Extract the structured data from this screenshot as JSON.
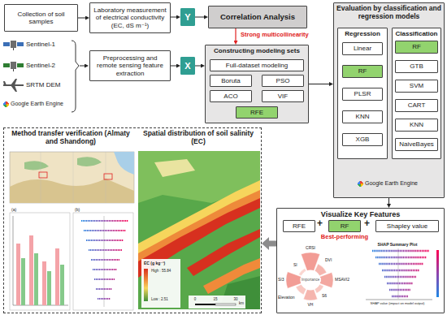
{
  "diagram": {
    "nodes": [
      {
        "text": [
          "Collection of soil samples"
        ]
      },
      {
        "text": [
          "Laboratory measurement of electrical conductivity (EC, dS m⁻¹)"
        ]
      },
      {
        "text": [
          "Y"
        ]
      },
      {
        "text": [
          "Correlation Analysis"
        ]
      },
      {
        "text": [
          "Preprocessing and remote sensing feature extraction"
        ]
      },
      {
        "text": [
          "X"
        ]
      },
      {
        "text": [
          "Constructing modeling sets"
        ]
      },
      {
        "text": [
          "Full-dataset modeling"
        ],
        "in": 6
      },
      {
        "text": [
          "Boruta"
        ],
        "in": 6
      },
      {
        "text": [
          "PSO"
        ],
        "in": 6
      },
      {
        "text": [
          "ACO"
        ],
        "in": 6
      },
      {
        "text": [
          "VIF"
        ],
        "in": 6
      },
      {
        "text": [
          "RFE"
        ],
        "in": 6
      },
      {
        "text": [
          "Evaluation by classification and regression models"
        ]
      },
      {
        "text": [
          "Regression"
        ],
        "in": 13
      },
      {
        "text": [
          "Linear"
        ],
        "in": 14
      },
      {
        "text": [
          "RF"
        ],
        "in": 14
      },
      {
        "text": [
          "PLSR"
        ],
        "in": 14
      },
      {
        "text": [
          "KNN"
        ],
        "in": 14
      },
      {
        "text": [
          "XGB"
        ],
        "in": 14
      },
      {
        "text": [
          "Classification"
        ],
        "in": 13
      },
      {
        "text": [
          "RF"
        ],
        "in": 20
      },
      {
        "text": [
          "GTB"
        ],
        "in": 20
      },
      {
        "text": [
          "SVM"
        ],
        "in": 20
      },
      {
        "text": [
          "CART"
        ],
        "in": 20
      },
      {
        "text": [
          "KNN"
        ],
        "in": 20
      },
      {
        "text": [
          "NaiveBayes"
        ],
        "in": 20
      },
      {
        "text": [
          "Visualize Key Features"
        ]
      },
      {
        "text": [
          "RFE"
        ],
        "in": 27
      },
      {
        "text": [
          "RF"
        ],
        "in": 27
      },
      {
        "text": [
          "Shapley value"
        ],
        "in": 27
      },
      {
        "text": [
          "Method transfer verification (Almaty and Shandong)",
          "Spatial distribution of soil salinity (EC)"
        ]
      }
    ],
    "edges": [
      {
        "from": 0,
        "to": 1,
        "arrow": "to"
      },
      {
        "from": 1,
        "to": 2,
        "arrow": "to"
      },
      {
        "from": 2,
        "to": 3,
        "arrow": "to"
      },
      {
        "from": 3,
        "to": 6,
        "arrow": "to",
        "label": "Strong multicollinearity"
      },
      {
        "from": 4,
        "to": 5,
        "arrow": "to"
      },
      {
        "from": 5,
        "to": 6,
        "arrow": "to"
      },
      {
        "from": 6,
        "to": 13,
        "arrow": "to"
      },
      {
        "from": 13,
        "to": 27,
        "arrow": "to"
      },
      {
        "from": 27,
        "to": 31,
        "arrow": "to"
      }
    ],
    "labels": [
      "Sentinel-1",
      "Sentinel-2",
      "SRTM DEM",
      "Google Earth Engine",
      "Google Earth Engine",
      "+",
      "+",
      "Best-performing",
      "Importance",
      "CRSI",
      "DVI",
      "MSAVI2",
      "S6",
      "VH",
      "Elevation",
      "SI3",
      "SI",
      "SHAP Summary Plot",
      "SHAP value (impact on model output)",
      "(a)",
      "(b)",
      "EC (g kg⁻¹)",
      "High : 55.84",
      "Low : 2.51",
      "0",
      "15",
      "30",
      "km"
    ]
  }
}
